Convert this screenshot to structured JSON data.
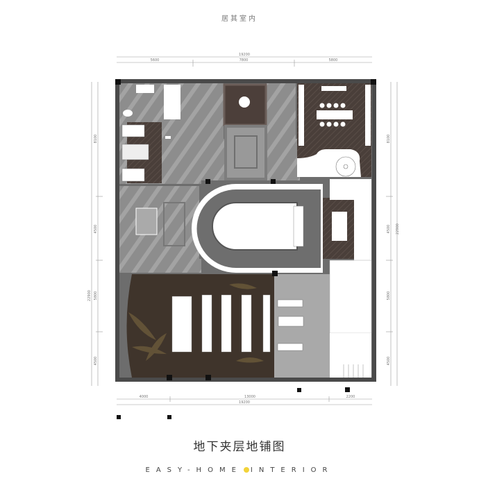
{
  "header": {
    "brand": "居其室内"
  },
  "plan": {
    "dimensions_top": {
      "total": "19200",
      "segments": [
        "5600",
        "7800",
        "5800"
      ]
    },
    "dimensions_bottom": {
      "total": "19200",
      "segments": [
        "4000",
        "13000",
        "2200"
      ]
    },
    "dimensions_left": {
      "total": "22900",
      "segments": [
        "8100",
        "4500",
        "5800",
        "4500"
      ]
    },
    "dimensions_right": {
      "total": "22900",
      "segments": [
        "8100",
        "4500",
        "5800",
        "4500"
      ]
    },
    "colors": {
      "wall": "#4a4a4a",
      "marble": "#8d8d8d",
      "wood": "#4a3f3a",
      "theater": "#3f342b",
      "gym": "#a9a9a9"
    }
  },
  "title": "地下夹层地铺图",
  "footer": {
    "left": "EASY-HOME",
    "right": "INTERIOR",
    "dot_color": "#f2d33a"
  }
}
